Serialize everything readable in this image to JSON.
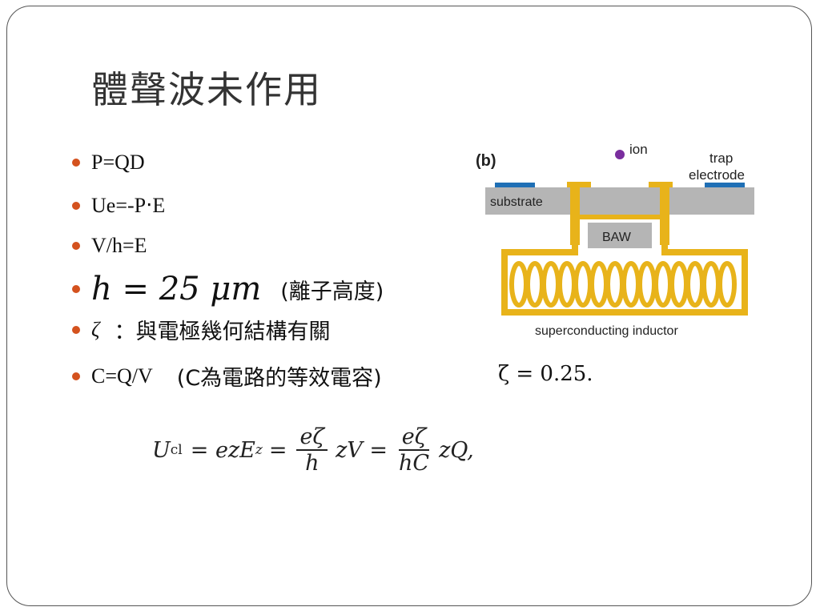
{
  "title": "體聲波未作用",
  "bullets": [
    {
      "text": "P=QD"
    },
    {
      "text": "Ue=-P‧E"
    },
    {
      "text": "V/h=E"
    },
    {
      "math": "h = 25 μm",
      "text": "(離子高度)"
    },
    {
      "math": "ζ",
      "text": "：與電極幾何結構有關"
    },
    {
      "text": "C=Q/V",
      "text2": "(C為電路的等效電容)"
    }
  ],
  "zeta_value": "ζ = 0.25.",
  "formula": {
    "lhs": "U",
    "lhs_sub": "cl",
    "eq1": "= ezE",
    "eq1_sub": "z",
    "eq2": "=",
    "frac1_num": "eζ",
    "frac1_den": "h",
    "mid": "zV =",
    "frac2_num": "eζ",
    "frac2_den": "hC",
    "tail": "zQ,"
  },
  "diagram": {
    "panel_label": "(b)",
    "ion_label": "ion",
    "trap_label_1": "trap",
    "trap_label_2": "electrode",
    "substrate_label": "substrate",
    "baw_label": "BAW",
    "inductor_label": "superconducting inductor",
    "colors": {
      "gold": "#e8b31a",
      "gray": "#b5b5b5",
      "blue": "#1f6fb5",
      "ion": "#7a2e9e",
      "bullet": "#d4521e"
    }
  }
}
